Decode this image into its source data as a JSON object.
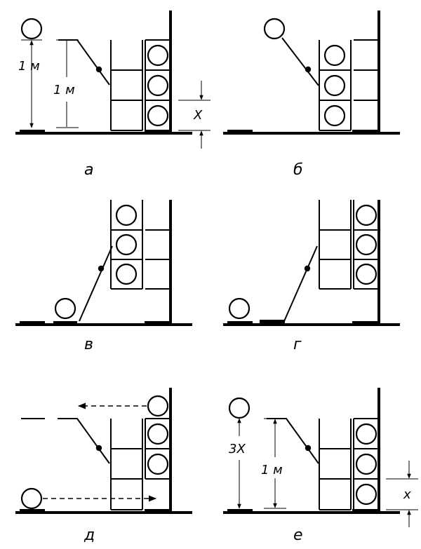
{
  "panels": {
    "a": {
      "label": "а",
      "height_left": "1 м",
      "height_right": "1 м",
      "gap": "X"
    },
    "b": {
      "label": "б"
    },
    "v": {
      "label": "в"
    },
    "g": {
      "label": "г"
    },
    "d": {
      "label": "д"
    },
    "e": {
      "label": "е",
      "height_left": "3X",
      "height_right": "1 м",
      "gap": "x"
    }
  }
}
